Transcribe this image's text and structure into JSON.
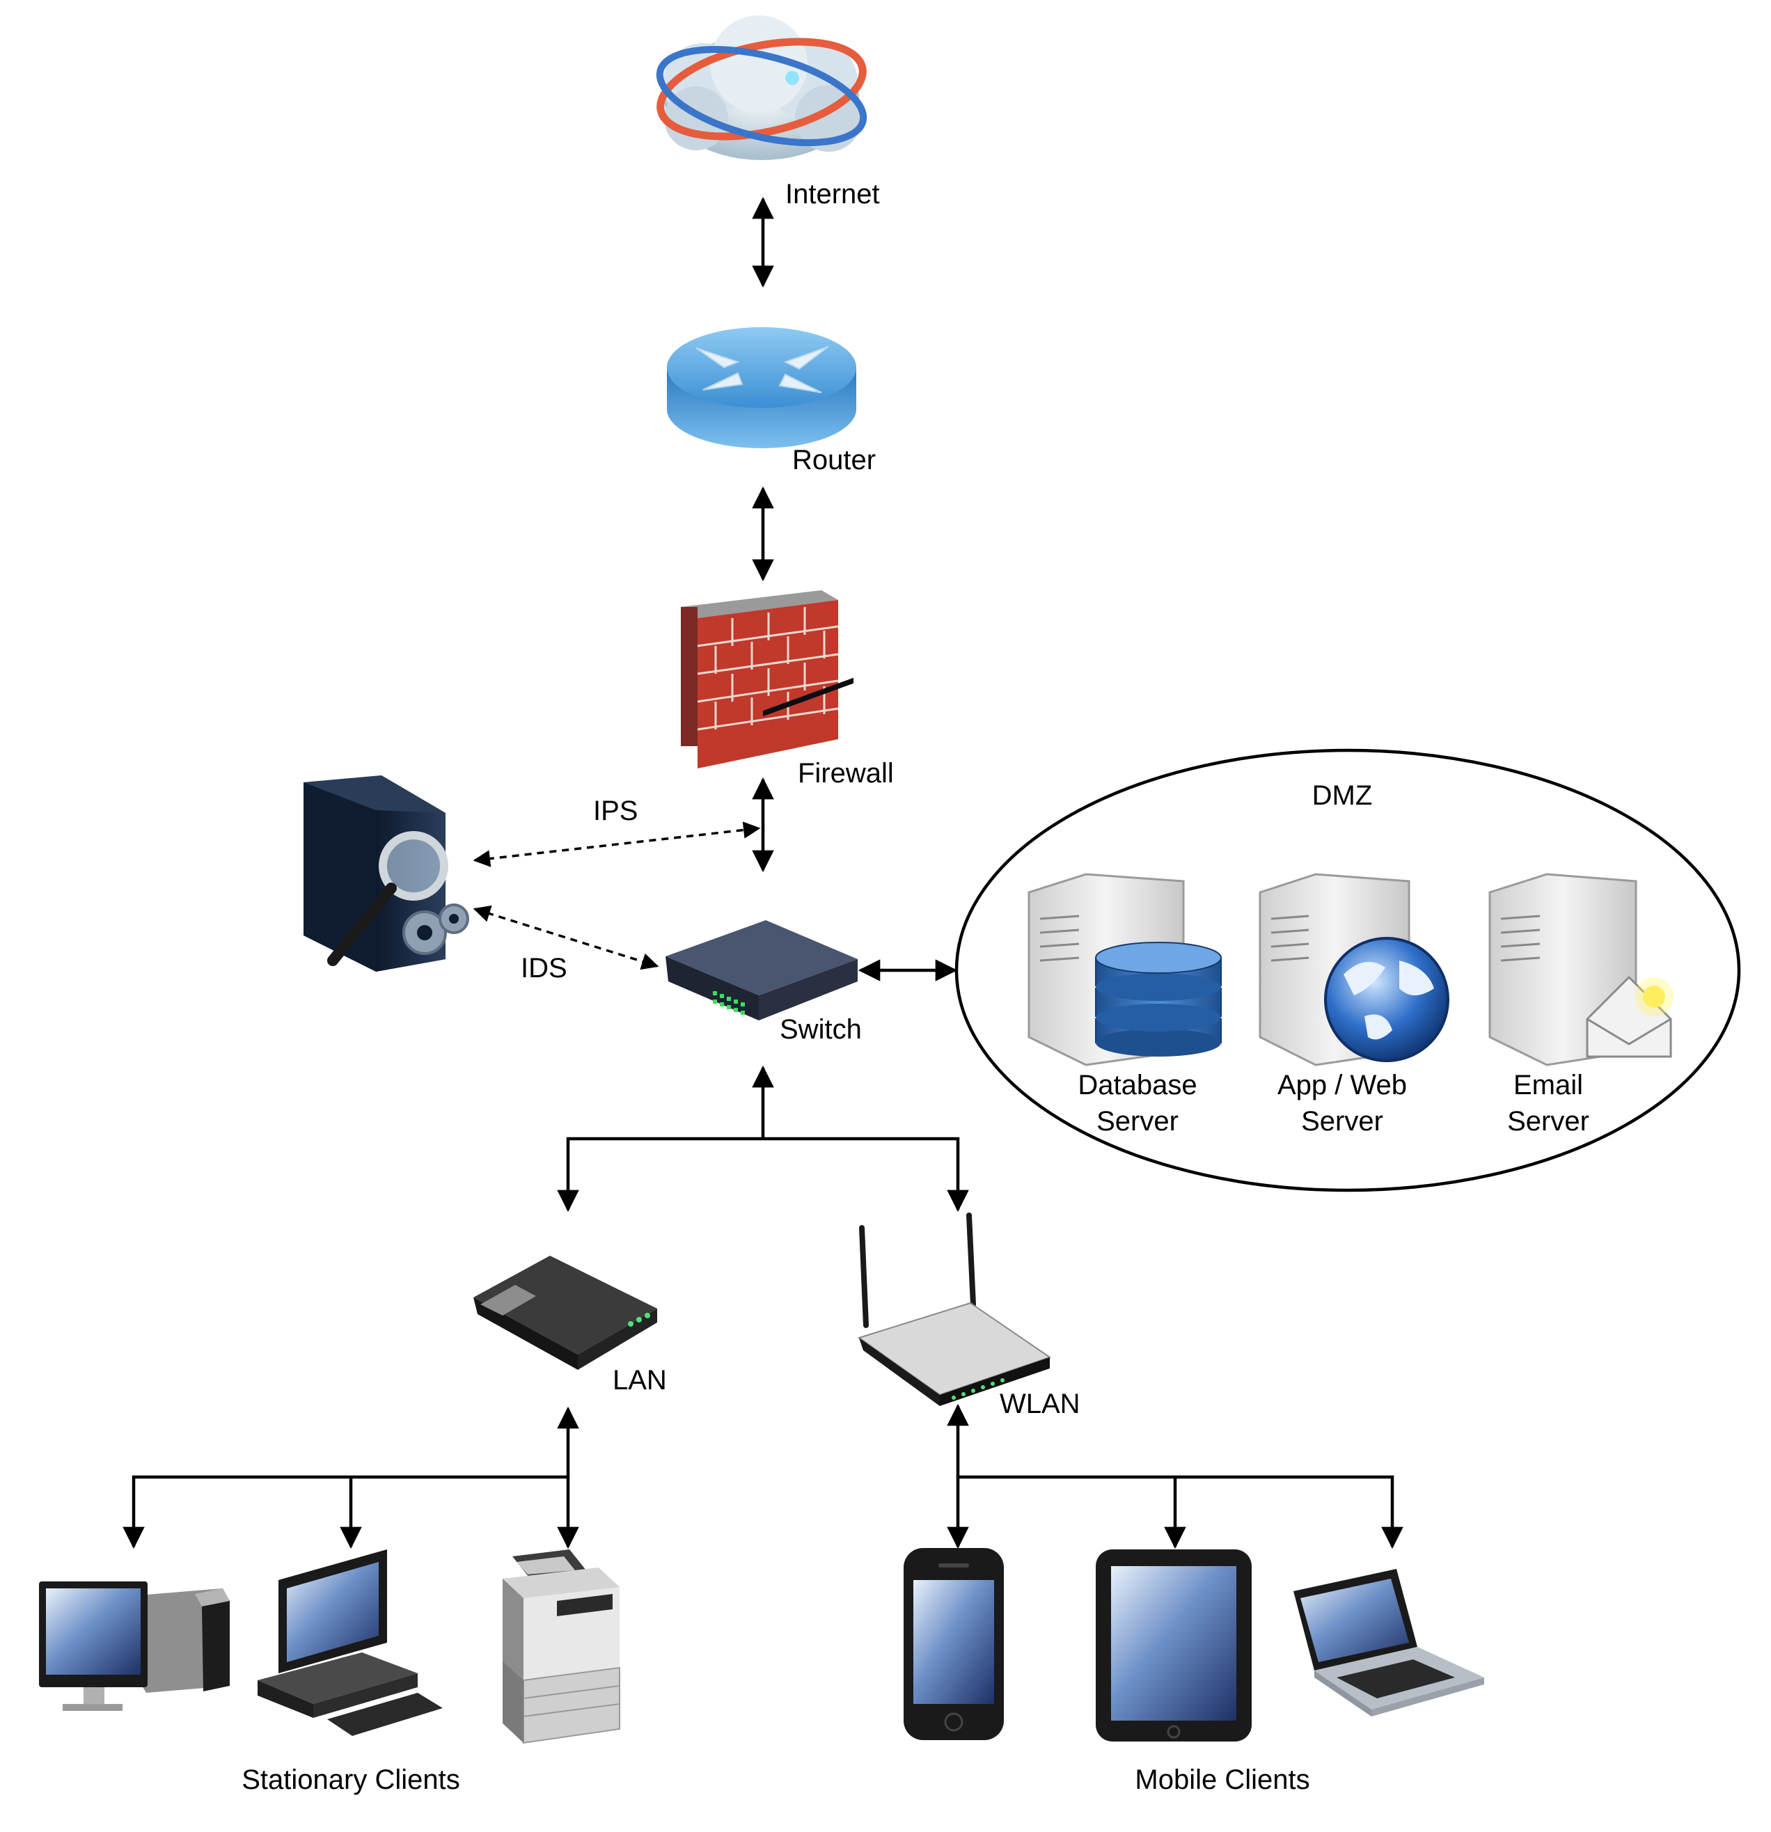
{
  "nodes": {
    "internet": "Internet",
    "router": "Router",
    "firewall": "Firewall",
    "switch": "Switch",
    "ips": "IPS",
    "ids": "IDS",
    "lan": "LAN",
    "wlan": "WLAN"
  },
  "dmz": {
    "title": "DMZ",
    "servers": [
      {
        "line1": "Database",
        "line2": "Server"
      },
      {
        "line1": "App / Web",
        "line2": "Server"
      },
      {
        "line1": "Email",
        "line2": "Server"
      }
    ]
  },
  "groups": {
    "stationary": "Stationary Clients",
    "mobile": "Mobile Clients"
  },
  "icons": [
    "internet-cloud-icon",
    "router-icon",
    "firewall-icon",
    "security-server-icon",
    "switch-icon",
    "database-server-icon",
    "web-server-icon",
    "email-server-icon",
    "lan-modem-icon",
    "wireless-router-icon",
    "desktop-tower-icon",
    "workstation-icon",
    "printer-copier-icon",
    "smartphone-icon",
    "tablet-icon",
    "laptop-icon"
  ]
}
